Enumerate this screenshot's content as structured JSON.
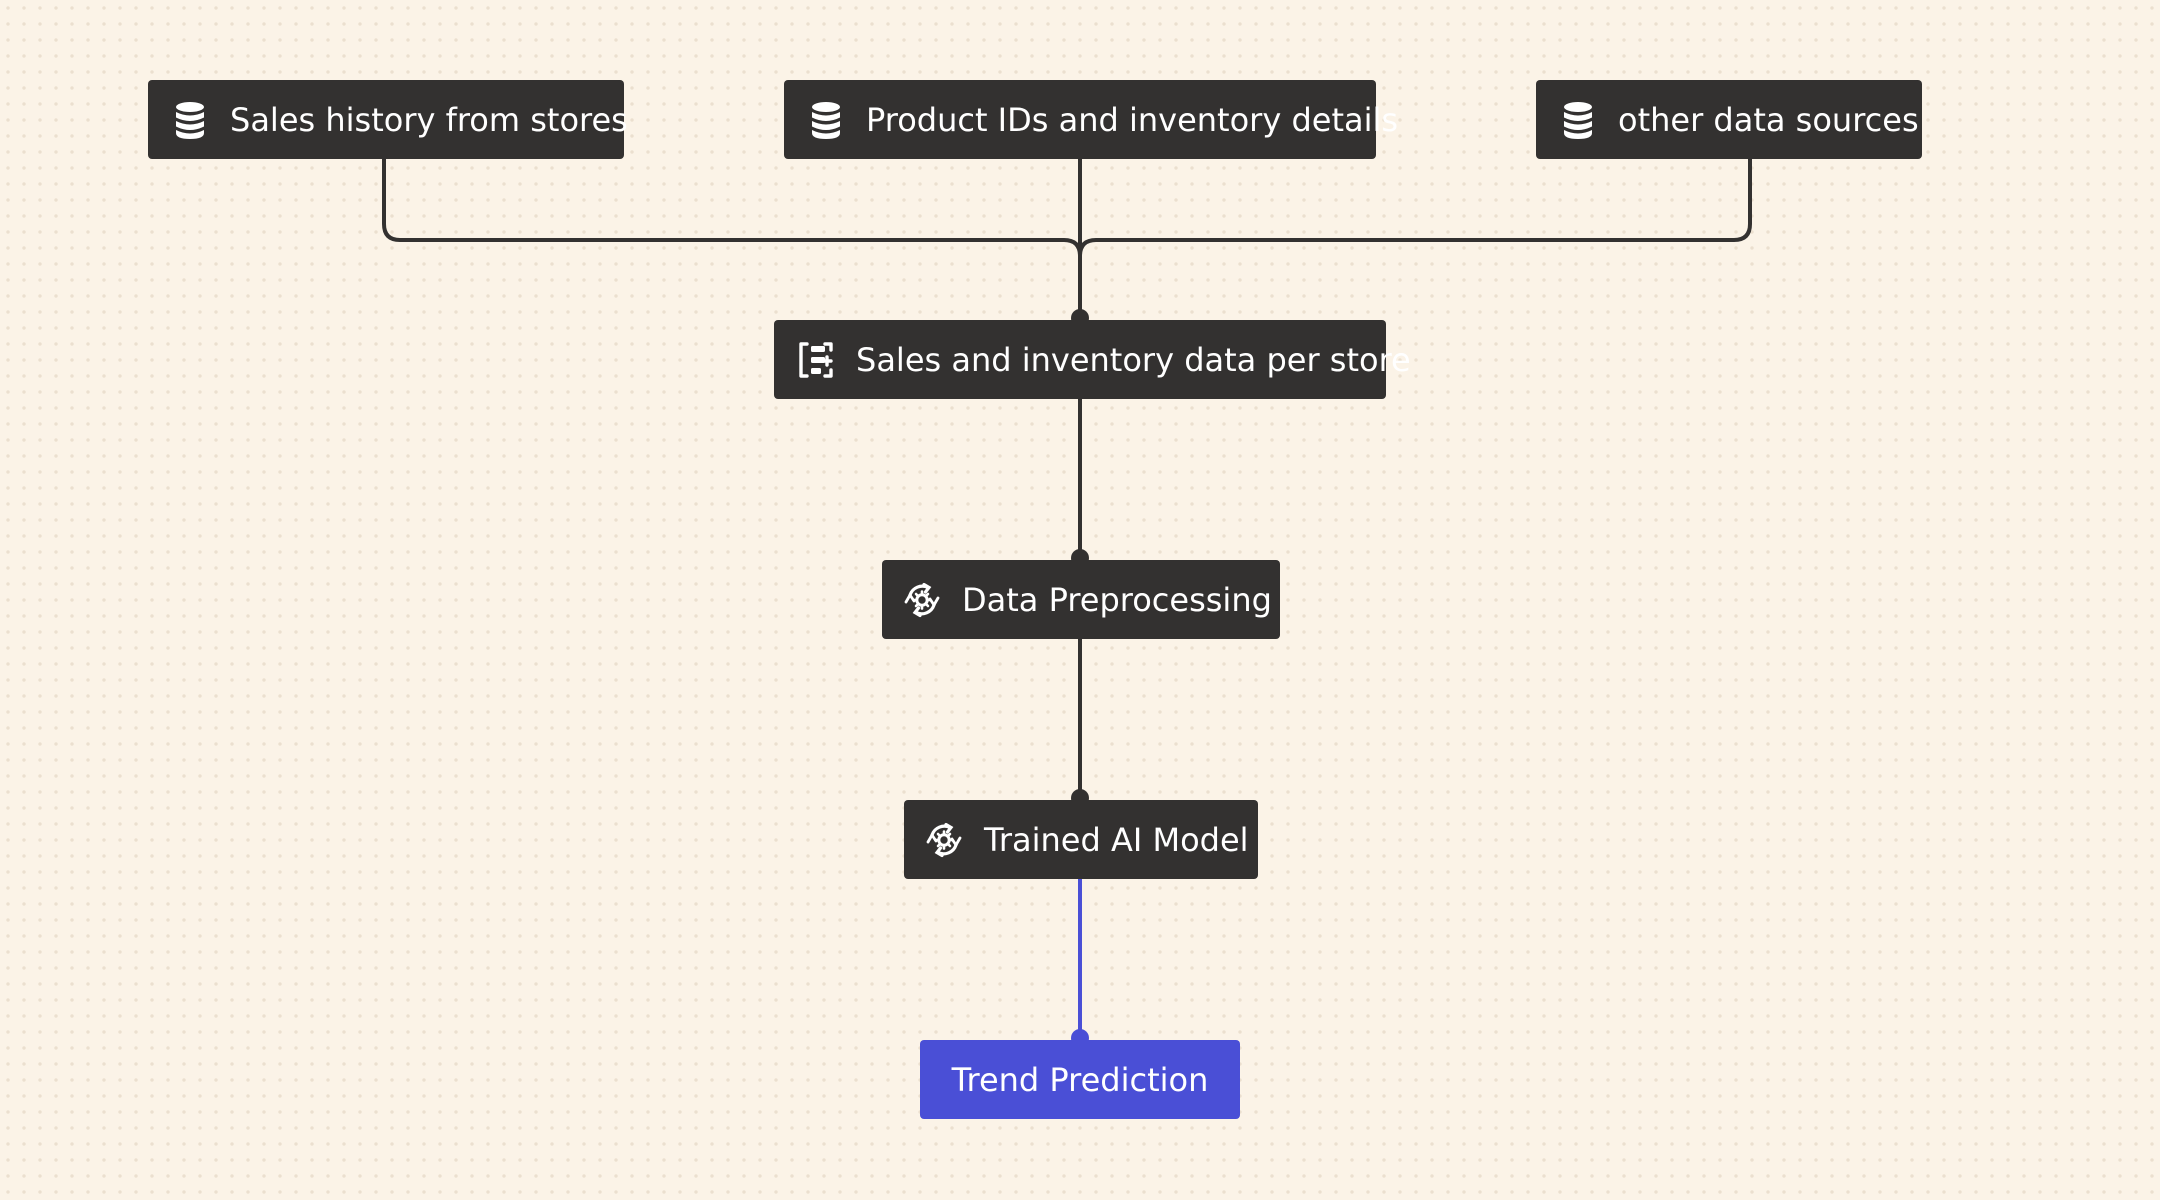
{
  "diagram": {
    "nodes": [
      {
        "id": "sales_history",
        "label": "Sales history from stores",
        "icon": "database-icon",
        "style": "dark"
      },
      {
        "id": "product_ids",
        "label": "Product IDs and inventory details",
        "icon": "database-icon",
        "style": "dark"
      },
      {
        "id": "other_sources",
        "label": "other data sources",
        "icon": "database-icon",
        "style": "dark"
      },
      {
        "id": "sales_inventory",
        "label": "Sales and inventory data per store",
        "icon": "dataset-icon",
        "style": "dark"
      },
      {
        "id": "preprocessing",
        "label": "Data Preprocessing",
        "icon": "gear-cycle-icon",
        "style": "dark"
      },
      {
        "id": "trained_model",
        "label": "Trained AI Model",
        "icon": "gear-cycle-icon",
        "style": "dark"
      },
      {
        "id": "trend_prediction",
        "label": "Trend Prediction",
        "style": "accent"
      }
    ],
    "edges": [
      {
        "from": "sales_history",
        "to": "sales_inventory"
      },
      {
        "from": "product_ids",
        "to": "sales_inventory"
      },
      {
        "from": "other_sources",
        "to": "sales_inventory"
      },
      {
        "from": "sales_inventory",
        "to": "preprocessing"
      },
      {
        "from": "preprocessing",
        "to": "trained_model"
      },
      {
        "from": "trained_model",
        "to": "trend_prediction",
        "highlight": true
      }
    ]
  },
  "colors": {
    "background": "#fbf3e7",
    "node_dark": "#333130",
    "accent": "#4a4fd6",
    "edge": "#333130",
    "edge_highlight": "#4a4fd6",
    "text": "#ffffff"
  }
}
